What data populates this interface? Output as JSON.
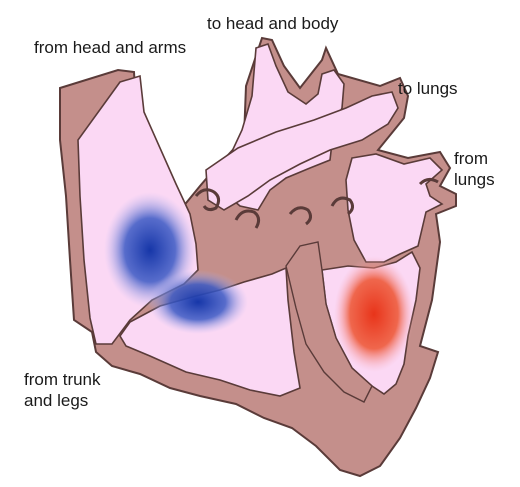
{
  "labels": {
    "from_head_and_arms": "from head and arms",
    "to_head_and_body": "to head and body",
    "to_lungs": "to lungs",
    "from_lungs_line1": "from",
    "from_lungs_line2": "lungs",
    "from_trunk_line1": "from trunk",
    "from_trunk_line2": "and legs"
  },
  "colors": {
    "muscle": "#c48f8b",
    "muscle_outline": "#5a3b39",
    "chamber_fill": "#fbd8f4",
    "deoxygenated_blood": "#1a3fb0",
    "oxygenated_blood": "#e8421f",
    "text": "#1a1a1a"
  }
}
